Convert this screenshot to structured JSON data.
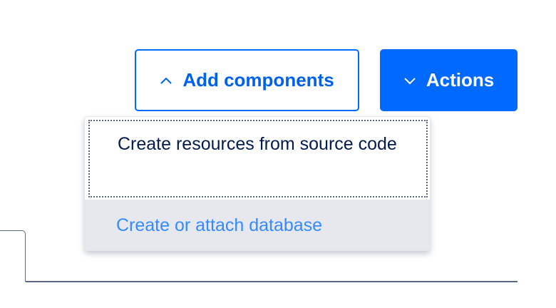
{
  "toolbar": {
    "add_components": {
      "label": "Add components",
      "icon": "chevron-up-icon",
      "expanded": true
    },
    "actions": {
      "label": "Actions",
      "icon": "chevron-down-icon"
    }
  },
  "add_components_menu": {
    "items": [
      {
        "label": "Create resources from source code",
        "state": "focused"
      },
      {
        "label": "Create or attach database",
        "state": "hovered"
      }
    ]
  },
  "colors": {
    "primary": "#0069ff",
    "menu_text": "#031b4e",
    "menu_link": "#338bff",
    "hover_bg": "#e7e8ee",
    "line": "#5b6987"
  }
}
